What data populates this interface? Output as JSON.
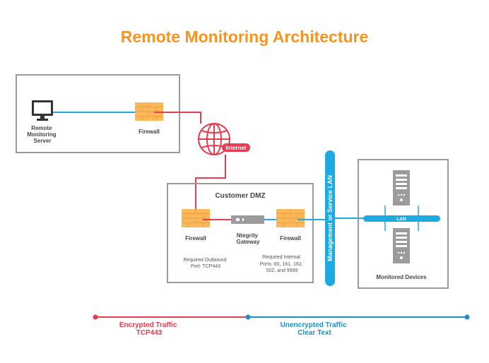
{
  "title": "Remote Monitoring Architecture",
  "colors": {
    "title": "#f7941d",
    "encrypted": "#e63c50",
    "unencrypted": "#1fa9e1",
    "legend_blue": "#1e8fc6",
    "box_border": "#9a9a9a",
    "firewall": "#f9b95b",
    "device_gray": "#9b9b9b",
    "text": "#333333"
  },
  "remote_site": {
    "server_label_lines": [
      "Remote",
      "Monitoring",
      "Server"
    ],
    "firewall_label": "Firewall"
  },
  "internet": {
    "label": "Internet"
  },
  "dmz": {
    "title": "Customer DMZ",
    "firewall_left_label": "Firewall",
    "gateway_label_lines": [
      "Ntegrity",
      "Gateway"
    ],
    "firewall_right_label": "Firewall",
    "outbound_note_lines": [
      "Required Outbound",
      "Port: TCP443"
    ],
    "internal_note_lines": [
      "Required Internal",
      "Ports: 80, 161, 162,",
      "502, and 9999"
    ]
  },
  "management_lan": {
    "label": "Management or Service LAN"
  },
  "monitored": {
    "lan_label": "LAN",
    "label": "Monitored Devices"
  },
  "legend": {
    "encrypted_lines": [
      "Encrypted Traffic",
      "TCP443"
    ],
    "unencrypted_lines": [
      "Unencrypted Traffic",
      "Clear Text"
    ]
  }
}
